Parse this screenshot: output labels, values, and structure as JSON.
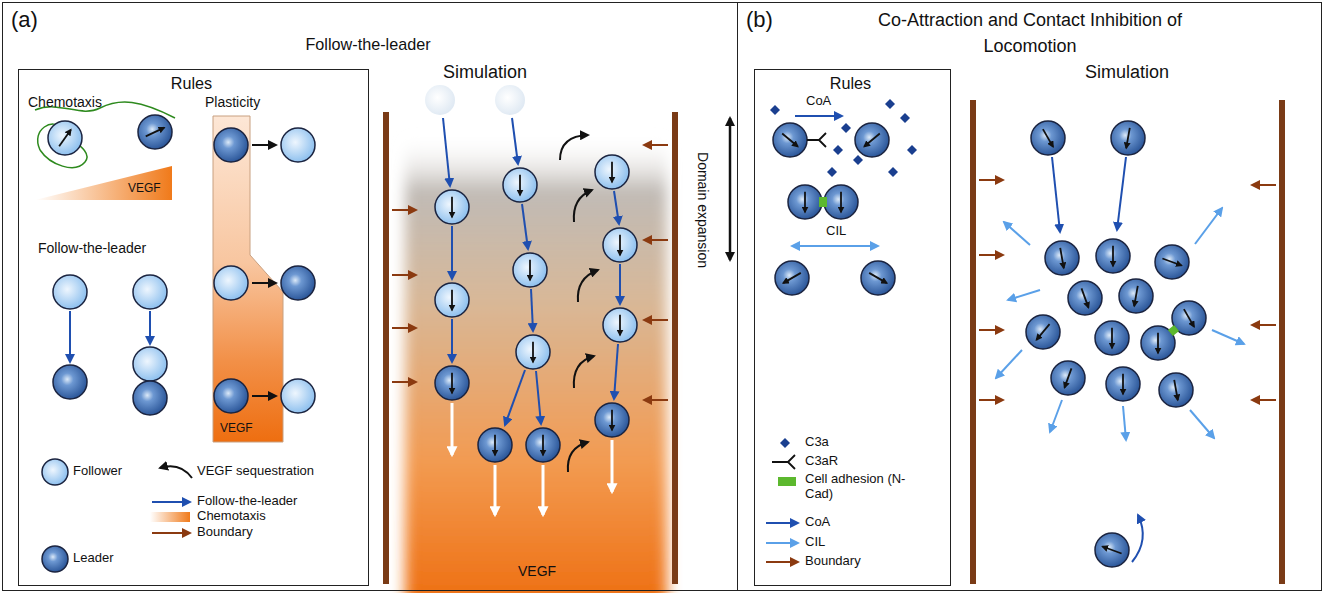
{
  "diagram": {
    "nodes": [
      {
        "text": [
          "(a)",
          "Follow-the-leader"
        ]
      },
      {
        "text": [
          "Rules"
        ],
        "in": 0
      },
      {
        "text": [
          "(b)",
          "Co-Attraction and Contact Inhibition of Locomotion"
        ]
      },
      {
        "text": [
          "Rules"
        ],
        "in": 2
      }
    ],
    "labels": [
      "Chemotaxis",
      "Plasticity",
      "VEGF",
      "Follow-the-leader",
      "VEGF",
      "Simulation",
      "Domain expansion",
      "VEGF",
      "CoA",
      "CIL",
      "Simulation"
    ],
    "legend": [
      {
        "text": "Follower"
      },
      {
        "text": "Leader"
      },
      {
        "text": "VEGF sequestration"
      },
      {
        "text": "Follow-the-leader"
      },
      {
        "text": "Chemotaxis"
      },
      {
        "text": "Boundary"
      },
      {
        "text": "C3a"
      },
      {
        "text": "C3aR"
      },
      {
        "text": "Cell adhesion (N-Cad)",
        "color": "#5cb82e"
      },
      {
        "text": "CoA"
      },
      {
        "text": "CIL"
      },
      {
        "text": "Boundary"
      }
    ]
  }
}
